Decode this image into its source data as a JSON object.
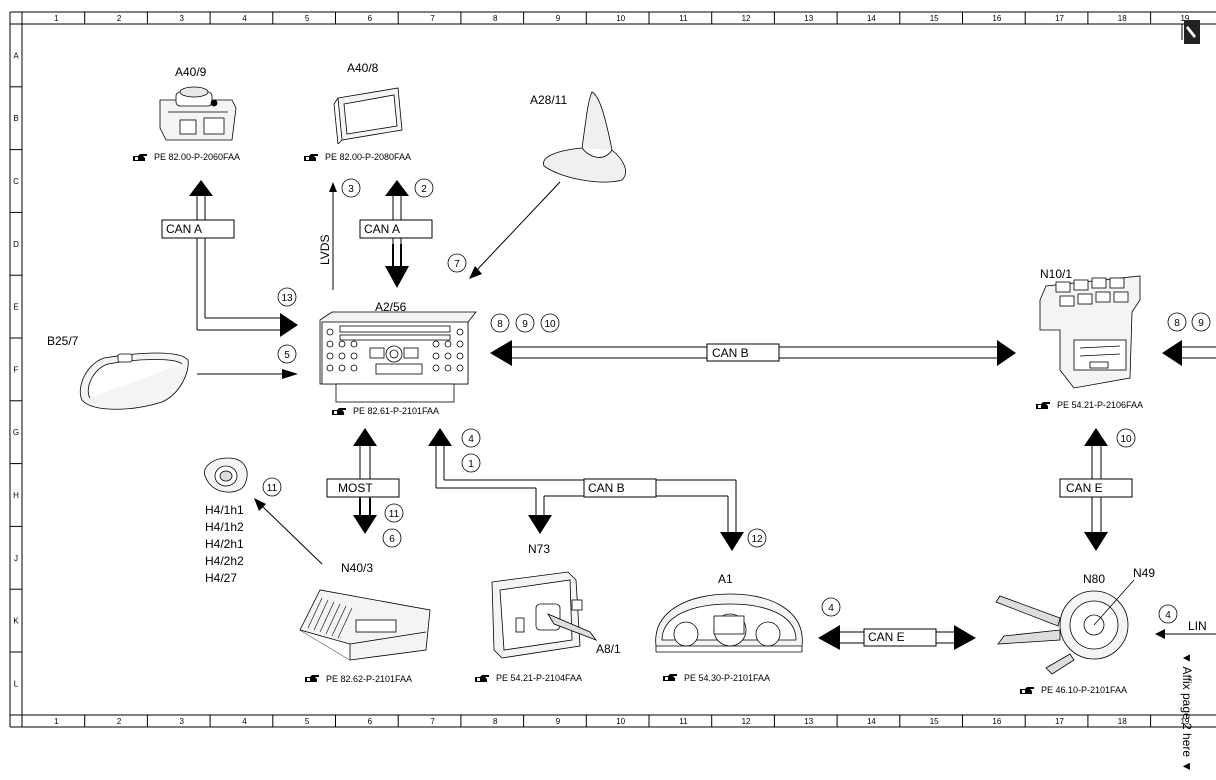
{
  "grid": {
    "cols": [
      "1",
      "2",
      "3",
      "4",
      "5",
      "6",
      "7",
      "8",
      "9",
      "10",
      "11",
      "12",
      "13",
      "14",
      "15",
      "16",
      "17",
      "18",
      "19"
    ],
    "rows": [
      "A",
      "B",
      "C",
      "D",
      "E",
      "F",
      "G",
      "H",
      "J",
      "K",
      "L"
    ]
  },
  "components": {
    "a40_9": "A40/9",
    "a40_8": "A40/8",
    "a28_11": "A28/11",
    "a2_56": "A2/56",
    "b25_7": "B25/7",
    "n10_1": "N10/1",
    "h4_list": [
      "H4/1h1",
      "H4/1h2",
      "H4/2h1",
      "H4/2h2",
      "H4/27"
    ],
    "n40_3": "N40/3",
    "n73": "N73",
    "a8_1": "A8/1",
    "a1": "A1",
    "n80": "N80",
    "n49": "N49"
  },
  "refs": {
    "a40_9": "PE 82.00-P-2060FAA",
    "a40_8": "PE 82.00-P-2080FAA",
    "a2_56": "PE 82.61-P-2101FAA",
    "n10_1": "PE 54.21-P-2106FAA",
    "n40_3": "PE 82.62-P-2101FAA",
    "n73": "PE 54.21-P-2104FAA",
    "a1": "PE 54.30-P-2101FAA",
    "n80": "PE 46.10-P-2101FAA"
  },
  "bus_labels": {
    "can_a_left": "CAN A",
    "can_a_mid": "CAN A",
    "lvds": "LVDS",
    "can_b_main": "CAN B",
    "most": "MOST",
    "can_b_low": "CAN B",
    "can_e_right": "CAN E",
    "can_e_low": "CAN E",
    "lin": "LIN"
  },
  "circles": {
    "c3": "3",
    "c2": "2",
    "c7": "7",
    "c13": "13",
    "c5": "5",
    "c8": "8",
    "c9": "9",
    "c10": "10",
    "c4_top": "4",
    "c1": "1",
    "c11_a": "11",
    "c11_b": "11",
    "c6": "6",
    "c12": "12",
    "c8_r": "8",
    "c9_r": "9",
    "c10_r": "10",
    "c4_low": "4",
    "c4_right": "4"
  },
  "side_note": "▼ Affix page 2 here ▼"
}
